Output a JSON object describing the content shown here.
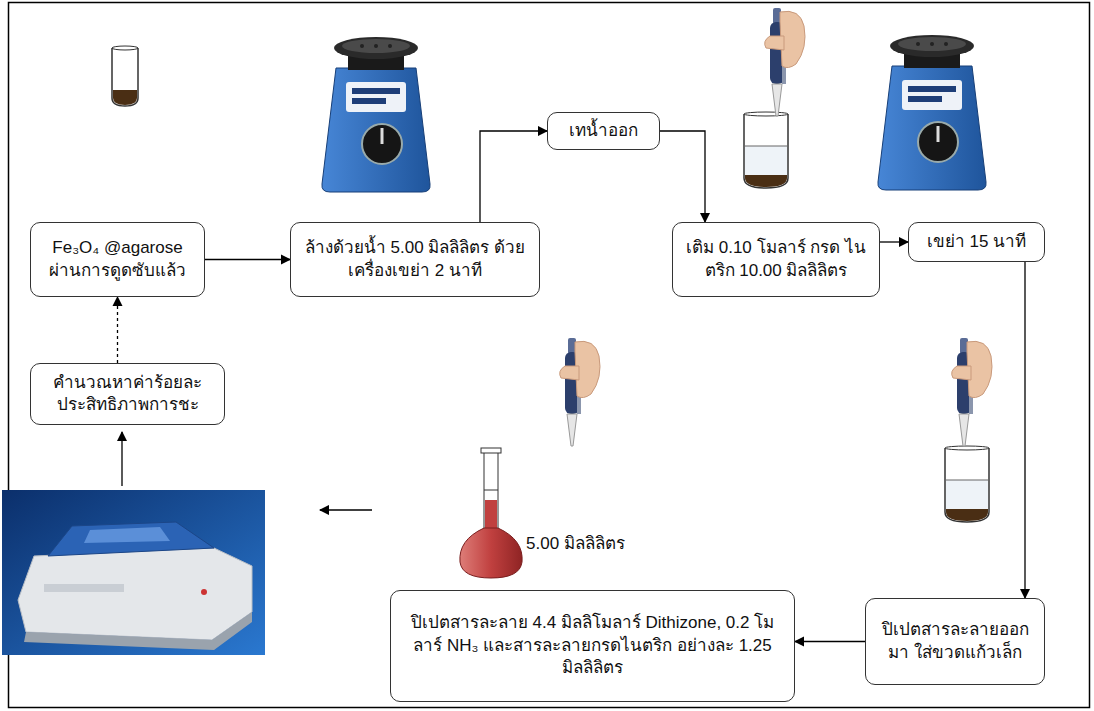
{
  "diagram": {
    "nodes": [
      {
        "text": [
          "Fe₃O₄ @agarose ผ่านการดูดซับแล้ว"
        ]
      },
      {
        "text": [
          "ล้างด้วยน้ำ 5.00 มิลลิลิตร ด้วยเครื่องเขย่า 2 นาที"
        ]
      },
      {
        "text": [
          "เทน้ำออก"
        ]
      },
      {
        "text": [
          "เติม 0.10 โมลาร์ กรด ไนตริก 10.00 มิลลิลิตร"
        ]
      },
      {
        "text": [
          "เขย่า 15 นาที"
        ]
      },
      {
        "text": [
          "ปิเปตสารละลายออกมา ใส่ขวดแก้วเล็ก"
        ]
      },
      {
        "text": [
          "ปิเปตสารละลาย 4.4 มิลลิโมลาร์ Dithizone, 0.2 โมลาร์ NH₃ และสารละลายกรดไนตริก อย่างละ 1.25 มิลลิลิตร"
        ]
      },
      {
        "text": [
          "คำนวณหาค่าร้อยละ ประสิทธิภาพการชะ"
        ]
      }
    ],
    "edges": [
      {
        "from": 0,
        "to": 1,
        "arrow": "to"
      },
      {
        "from": 1,
        "to": 2,
        "arrow": "to"
      },
      {
        "from": 2,
        "to": 3,
        "arrow": "to"
      },
      {
        "from": 3,
        "to": 4,
        "arrow": "to"
      },
      {
        "from": 4,
        "to": 5,
        "arrow": "to"
      },
      {
        "from": 5,
        "to": 6,
        "arrow": "to"
      },
      {
        "from": 7,
        "to": 0,
        "arrow": "to"
      }
    ],
    "labels": [
      "5.00 มิลลิลิตร"
    ]
  }
}
